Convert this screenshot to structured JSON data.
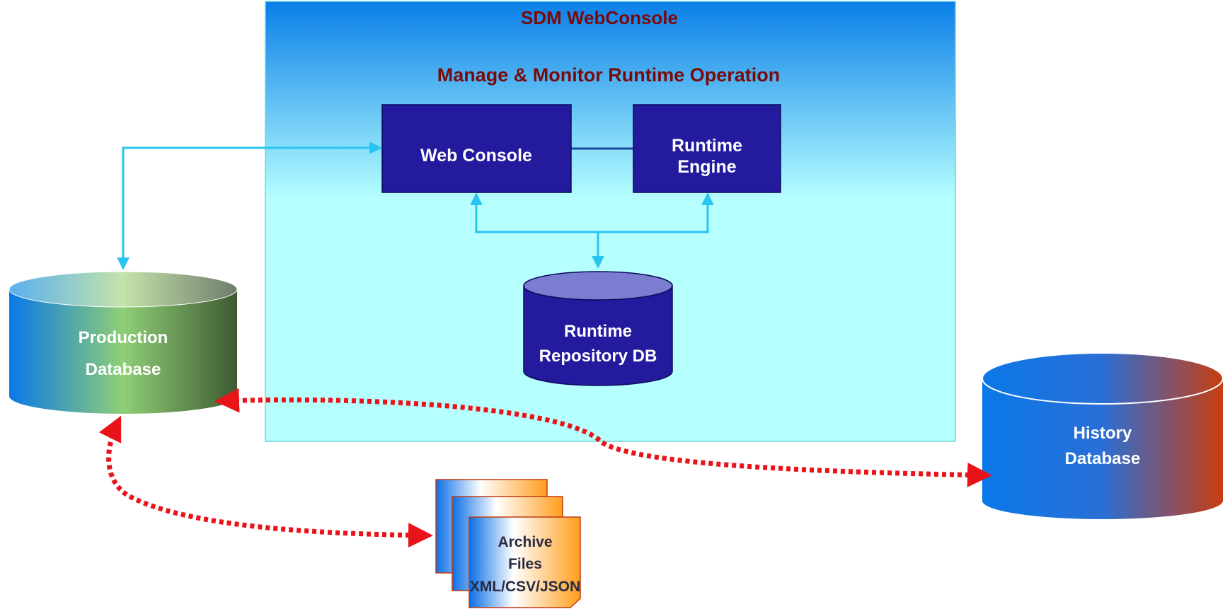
{
  "console": {
    "title": "SDM WebConsole",
    "subtitle": "Manage & Monitor Runtime Operation"
  },
  "web_console": {
    "label": "Web Console"
  },
  "runtime_engine": {
    "line1": "Runtime",
    "line2": "Engine"
  },
  "repository_db": {
    "line1": "Runtime",
    "line2": "Repository DB"
  },
  "production_db": {
    "line1": "Production",
    "line2": "Database"
  },
  "history_db": {
    "line1": "History",
    "line2": "Database"
  },
  "archive": {
    "line1": "Archive",
    "line2": "Files",
    "line3": "XML/CSV/JSON"
  },
  "colors": {
    "title_text": "#7a0a0a",
    "box_fill": "#231a9e",
    "connector": "#29c4f0",
    "data_flow": "#e8141a"
  }
}
